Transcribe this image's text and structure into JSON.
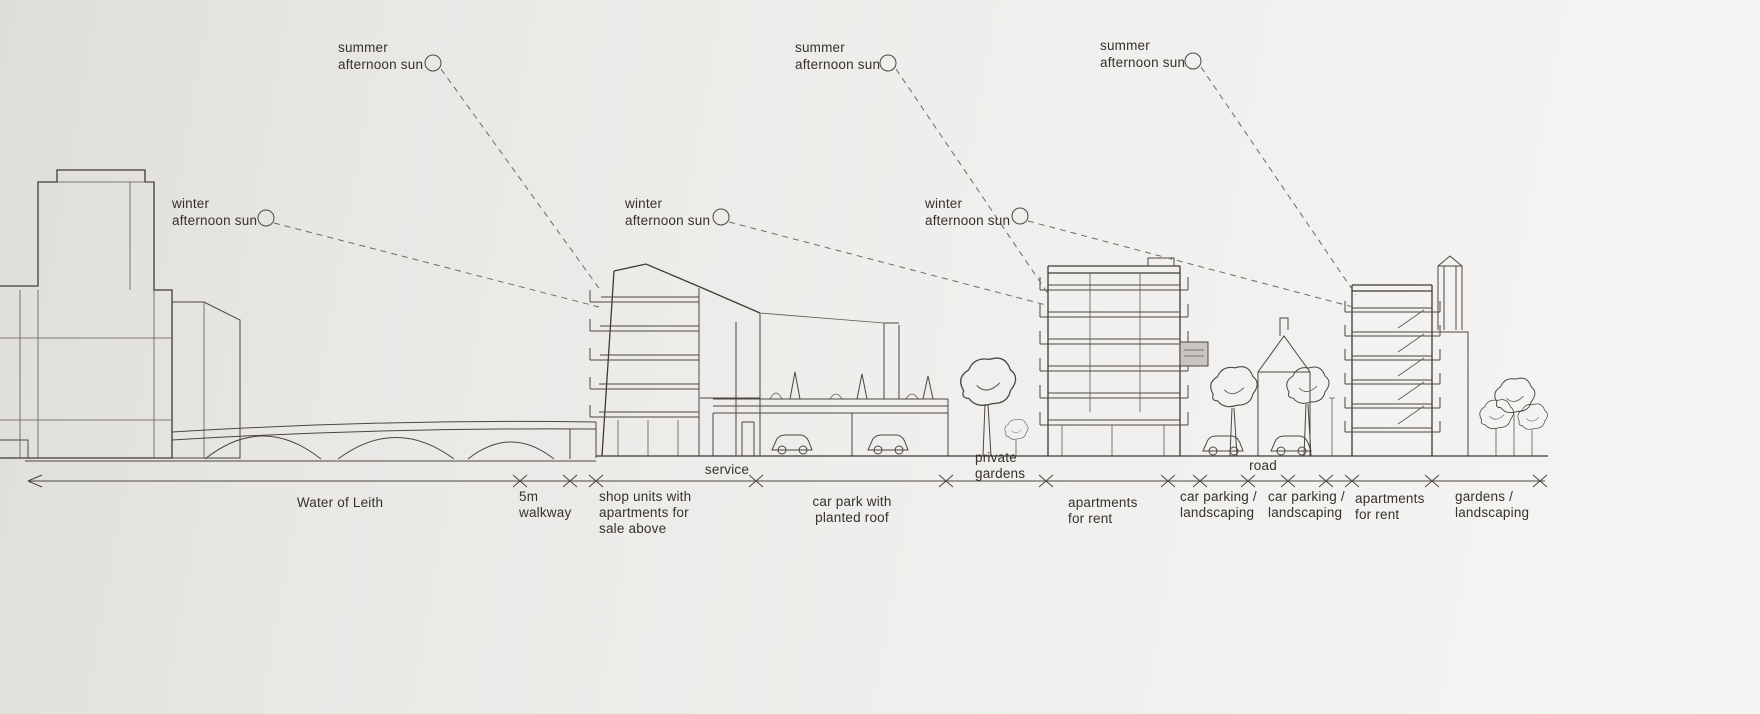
{
  "meta": {
    "type": "architectural-section-diagram",
    "colors": {
      "background": "#edecea",
      "ink": "#46433f",
      "text": "#35312c"
    }
  },
  "suns": [
    {
      "id": "summer-sun-1",
      "line1": "summer",
      "line2": "afternoon sun"
    },
    {
      "id": "winter-sun-1",
      "line1": "winter",
      "line2": "afternoon sun"
    },
    {
      "id": "summer-sun-2",
      "line1": "summer",
      "line2": "afternoon sun"
    },
    {
      "id": "winter-sun-2",
      "line1": "winter",
      "line2": "afternoon sun"
    },
    {
      "id": "summer-sun-3",
      "line1": "summer",
      "line2": "afternoon sun"
    },
    {
      "id": "winter-sun-3",
      "line1": "winter",
      "line2": "afternoon sun"
    }
  ],
  "zones": {
    "water_of_leith": {
      "label": "Water of Leith"
    },
    "walkway": {
      "line1": "5m",
      "line2": "walkway"
    },
    "shop_units": {
      "line1": "shop units with",
      "line2": "apartments for",
      "line3": "sale above"
    },
    "service": {
      "label": "service"
    },
    "car_park": {
      "line1": "car park with",
      "line2": "planted roof"
    },
    "private_gardens": {
      "line1": "private",
      "line2": "gardens"
    },
    "apartments_left": {
      "line1": "apartments",
      "line2": "for rent"
    },
    "car_parking_left": {
      "line1": "car parking /",
      "line2": "landscaping"
    },
    "road": {
      "label": "road"
    },
    "car_parking_right": {
      "line1": "car parking /",
      "line2": "landscaping"
    },
    "apartments_right": {
      "line1": "apartments",
      "line2": "for rent"
    },
    "gardens_right": {
      "line1": "gardens /",
      "line2": "landscaping"
    }
  }
}
